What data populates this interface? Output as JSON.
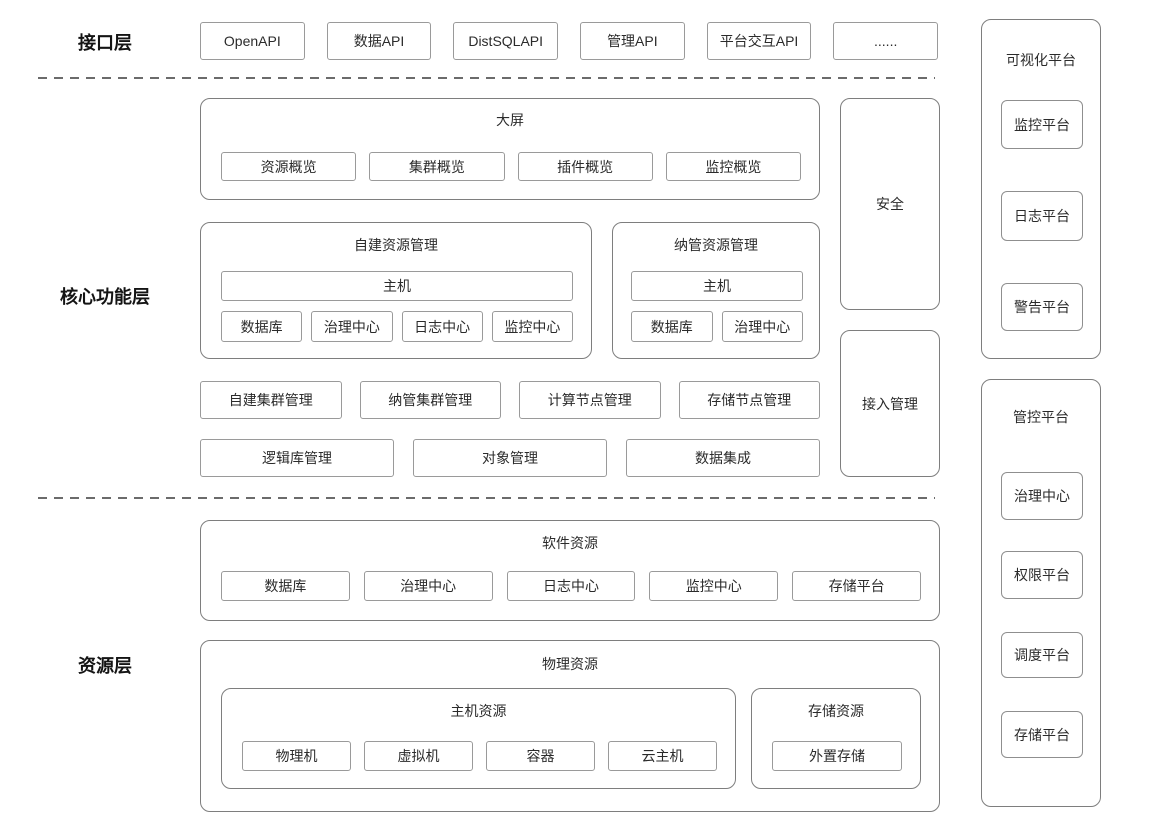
{
  "layers": {
    "interface": "接口层",
    "core": "核心功能层",
    "resource": "资源层"
  },
  "api_row": {
    "items": [
      "OpenAPI",
      "数据API",
      "DistSQLAPI",
      "管理API",
      "平台交互API",
      "......"
    ]
  },
  "core": {
    "dashboard": {
      "title": "大屏",
      "items": [
        "资源概览",
        "集群概览",
        "插件概览",
        "监控概览"
      ]
    },
    "self_built": {
      "title": "自建资源管理",
      "host": "主机",
      "items": [
        "数据库",
        "治理中心",
        "日志中心",
        "监控中心"
      ]
    },
    "managed": {
      "title": "纳管资源管理",
      "host": "主机",
      "items": [
        "数据库",
        "治理中心"
      ]
    },
    "cluster_row": [
      "自建集群管理",
      "纳管集群管理",
      "计算节点管理",
      "存储节点管理"
    ],
    "mgmt_row": [
      "逻辑库管理",
      "对象管理",
      "数据集成"
    ],
    "security_label": "安全",
    "access_label": "接入管理"
  },
  "resource": {
    "software": {
      "title": "软件资源",
      "items": [
        "数据库",
        "治理中心",
        "日志中心",
        "监控中心",
        "存储平台"
      ]
    },
    "physical": {
      "title": "物理资源",
      "host": {
        "title": "主机资源",
        "items": [
          "物理机",
          "虚拟机",
          "容器",
          "云主机"
        ]
      },
      "storage": {
        "title": "存储资源",
        "items": [
          "外置存储"
        ]
      }
    }
  },
  "right": {
    "visualization": {
      "title": "可视化平台",
      "items": [
        "监控平台",
        "日志平台",
        "警告平台"
      ]
    },
    "control": {
      "title": "管控平台",
      "items": [
        "治理中心",
        "权限平台",
        "调度平台",
        "存储平台"
      ]
    }
  },
  "style": {
    "border_color": "#7e7e7e",
    "box_border_color": "#9a9a9a",
    "text_color": "#2b2b2b",
    "background": "#ffffff"
  }
}
